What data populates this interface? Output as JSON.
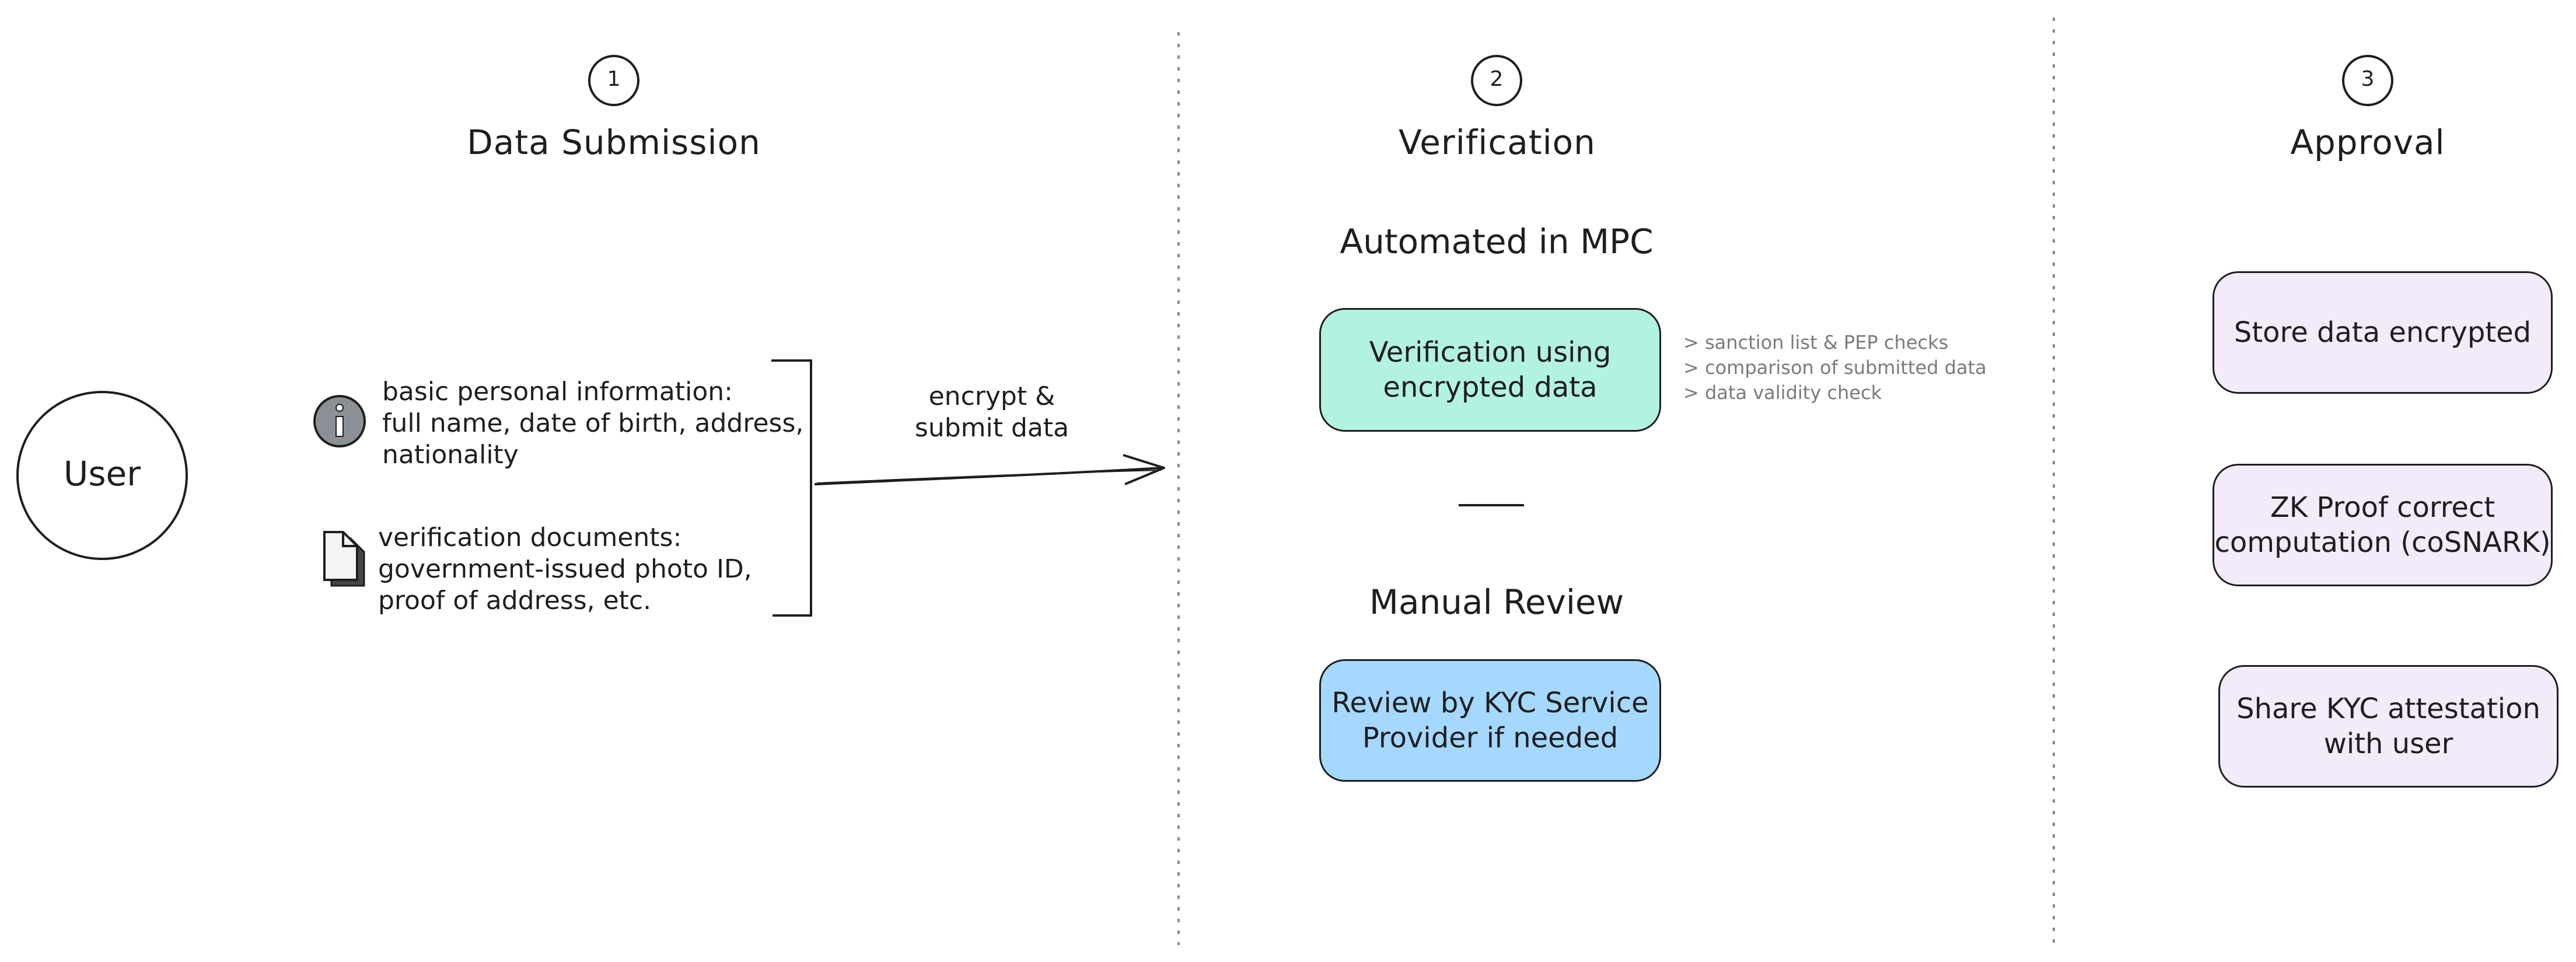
{
  "user": {
    "label": "User"
  },
  "columns": [
    {
      "number": "1",
      "title": "Data Submission"
    },
    {
      "number": "2",
      "title": "Verification"
    },
    {
      "number": "3",
      "title": "Approval"
    }
  ],
  "submission": {
    "info_icon": "info-icon",
    "info_text": "basic personal information:\nfull name, date of birth, address,\nnationality",
    "doc_icon": "document-icon",
    "doc_text": "verification documents:\ngovernment-issued photo ID,\nproof of address, etc.",
    "arrow_label": "encrypt &\nsubmit data"
  },
  "verification": {
    "automated_title": "Automated in MPC",
    "automated_box": "Verification using\nencrypted data",
    "checks": "> sanction list & PEP checks\n> comparison of submitted data\n> data validity check",
    "manual_title": "Manual Review",
    "manual_box": "Review by KYC Service\nProvider if needed"
  },
  "approval": {
    "store": "Store data encrypted",
    "zk": "ZK Proof correct\ncomputation (coSNARK)",
    "share": "Share KYC attestation\nwith user"
  },
  "colors": {
    "automated_fill": "#b2f2e0",
    "manual_fill": "#a5d8ff",
    "approval_fill": "#f3eafa",
    "stroke": "#1e1e1e",
    "divider": "#8a8a8a",
    "checks_text": "#7a7a7a"
  }
}
